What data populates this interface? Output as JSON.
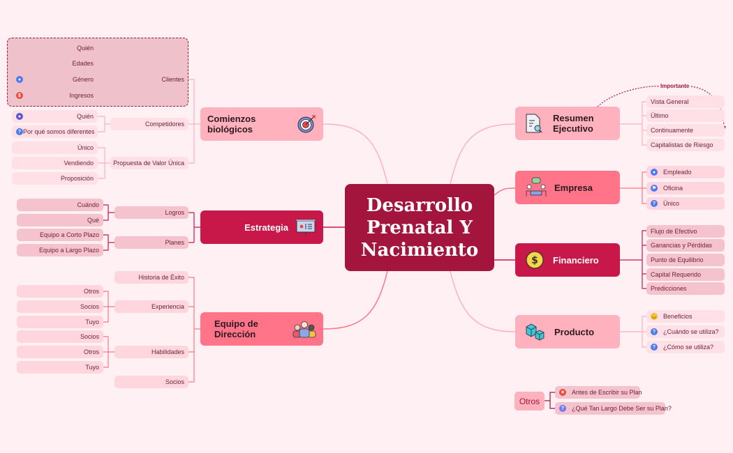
{
  "central": {
    "title": "Desarrollo\nPrenatal Y\nNacimiento"
  },
  "colors": {
    "background": "#fff0f3",
    "central": "#a3153d",
    "dark": "#c8184a",
    "mid": "#ff7489",
    "light": "#ffb1bd"
  },
  "left": {
    "comienzos": {
      "label": "Comienzos biológicos",
      "icon": "target-icon",
      "children": [
        {
          "label": "Clientes",
          "children": [
            {
              "label": "Quién",
              "icon": null
            },
            {
              "label": "Edades",
              "icon": null
            },
            {
              "label": "Género",
              "icon": "user-icon"
            },
            {
              "label": "Ingresos",
              "icon": "dollar-icon"
            }
          ]
        },
        {
          "label": "Competidores",
          "children": [
            {
              "label": "Quién",
              "icon": "user-icon"
            },
            {
              "label": "Por qué somos diferentes",
              "icon": "question-icon"
            }
          ]
        },
        {
          "label": "Propuesta de Valor Única",
          "children": [
            {
              "label": "Único"
            },
            {
              "label": "Vendiendo"
            },
            {
              "label": "Proposición"
            }
          ]
        }
      ]
    },
    "estrategia": {
      "label": "Estrategia",
      "icon": "presentation-board-icon",
      "children": [
        {
          "label": "Logros",
          "children": [
            {
              "label": "Cuándo"
            },
            {
              "label": "Qué"
            }
          ]
        },
        {
          "label": "Planes",
          "children": [
            {
              "label": "Equipo a Corto Plazo"
            },
            {
              "label": "Equipo a Largo Plazo"
            }
          ]
        }
      ]
    },
    "equipo": {
      "label": "Equipo de Dirección",
      "icon": "team-icon",
      "children": [
        {
          "label": "Historia de Éxito"
        },
        {
          "label": "Experiencia",
          "children": [
            {
              "label": "Otros"
            },
            {
              "label": "Socios"
            },
            {
              "label": "Tuyo"
            }
          ]
        },
        {
          "label": "Habilidades",
          "children": [
            {
              "label": "Socios"
            },
            {
              "label": "Otros"
            },
            {
              "label": "Tuyo"
            }
          ]
        },
        {
          "label": "Socios"
        }
      ]
    }
  },
  "right": {
    "resumen": {
      "label": "Resumen Ejecutivo",
      "icon": "document-search-icon",
      "relationship_label": "Importante",
      "children": [
        {
          "label": "Vista General"
        },
        {
          "label": "Último"
        },
        {
          "label": "Continuamente"
        },
        {
          "label": "Capitalistas de Riesgo"
        }
      ]
    },
    "empresa": {
      "label": "Empresa",
      "icon": "meeting-icon",
      "children": [
        {
          "label": "Empleado",
          "icon": "user-icon"
        },
        {
          "label": "Oficina",
          "icon": "flag-icon"
        },
        {
          "label": "Único",
          "icon": "question-icon"
        }
      ]
    },
    "financiero": {
      "label": "Financiero",
      "icon": "dollar-coin-icon",
      "children": [
        {
          "label": "Flujo de Efectivo"
        },
        {
          "label": "Ganancias y Pérdidas"
        },
        {
          "label": "Punto de Equilibrio"
        },
        {
          "label": "Capital Requerido"
        },
        {
          "label": "Predicciones"
        }
      ]
    },
    "producto": {
      "label": "Producto",
      "icon": "boxes-icon",
      "children": [
        {
          "label": "Beneficios",
          "icon": "smile-icon"
        },
        {
          "label": "¿Cuándo se utiliza?",
          "icon": "question-icon"
        },
        {
          "label": "¿Cómo se utiliza?",
          "icon": "question-icon"
        }
      ]
    }
  },
  "floating": {
    "label": "Otros",
    "children": [
      {
        "label": "Antes de Escribir su Plan",
        "icon": "cross-icon"
      },
      {
        "label": "¿Qué Tan Largo Debe Ser su Plan?",
        "icon": "question-icon"
      }
    ]
  }
}
